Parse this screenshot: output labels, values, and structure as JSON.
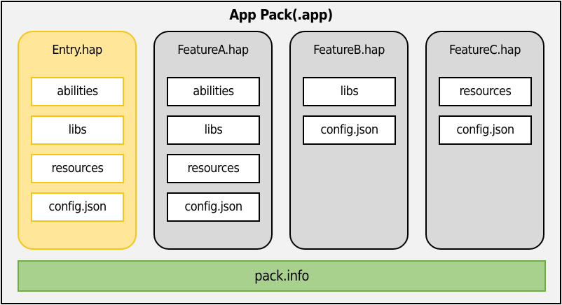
{
  "title": "App Pack(.app)",
  "modules": [
    {
      "name": "Entry.hap",
      "items": [
        "abilities",
        "libs",
        "resources",
        "config.json"
      ]
    },
    {
      "name": "FeatureA.hap",
      "items": [
        "abilities",
        "libs",
        "resources",
        "config.json"
      ]
    },
    {
      "name": "FeatureB.hap",
      "items": [
        "libs",
        "config.json"
      ]
    },
    {
      "name": "FeatureC.hap",
      "items": [
        "resources",
        "config.json"
      ]
    }
  ],
  "footer": "pack.info",
  "colors": {
    "entry_fill": "#ffe699",
    "entry_border": "#f5c518",
    "feature_fill": "#d9d9d9",
    "pack_info_fill": "#a9d18e",
    "pack_info_border": "#70ad47",
    "background": "#f2f2f2"
  }
}
